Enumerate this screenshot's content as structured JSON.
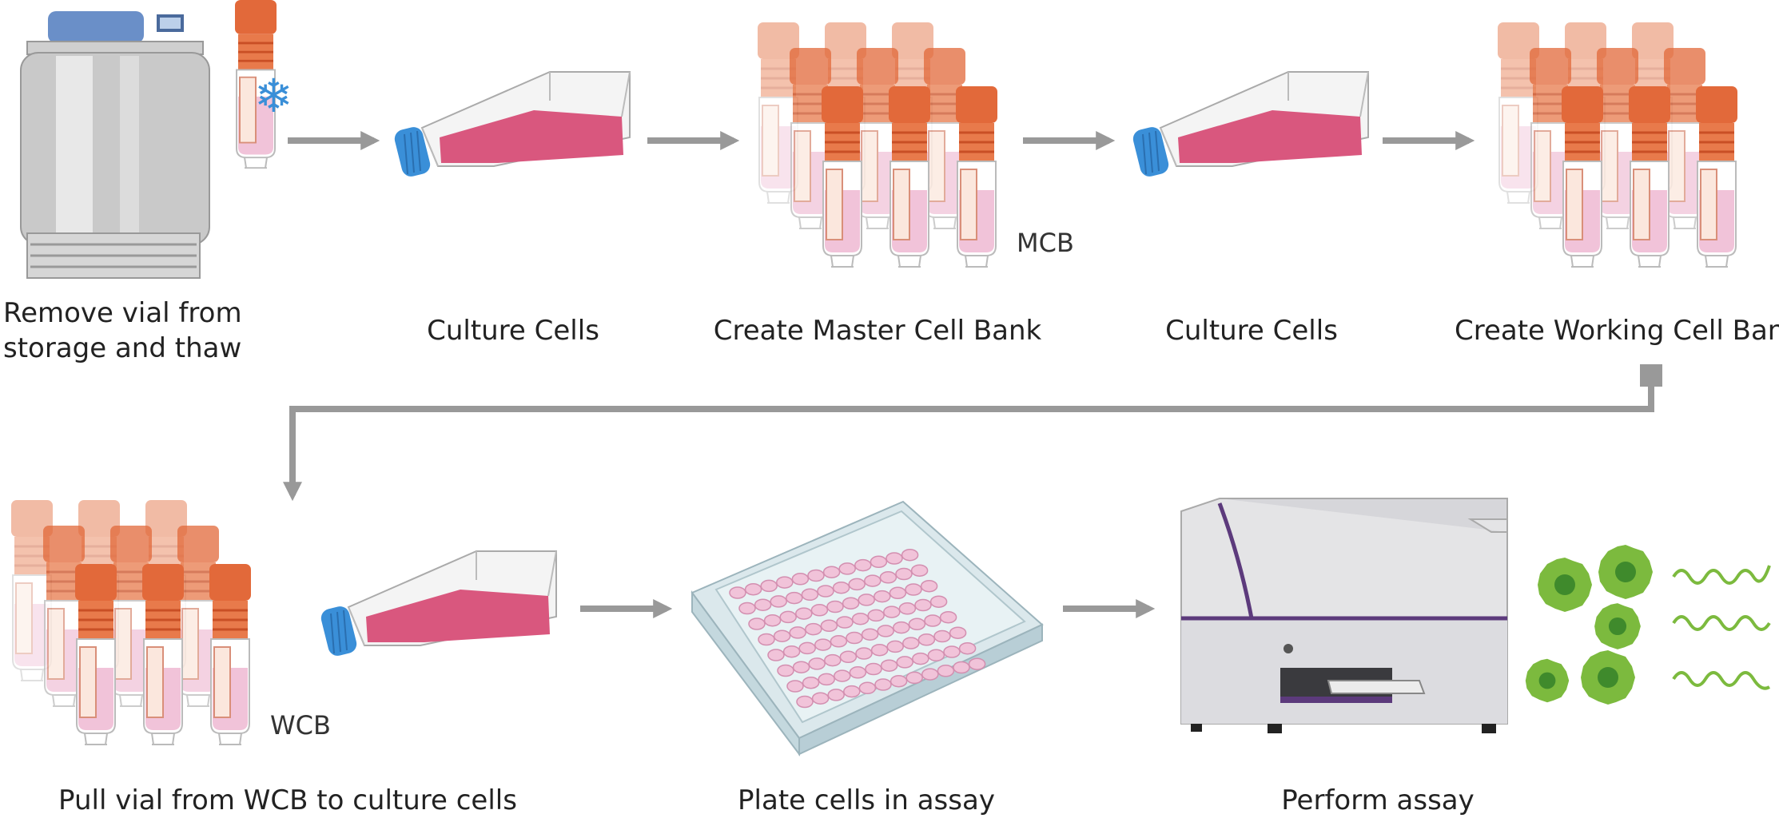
{
  "steps": {
    "s1_line1": "Remove vial from",
    "s1_line2": "storage and thaw",
    "s2": "Culture Cells",
    "s3": "Create Master Cell Bank",
    "s4": "Culture Cells",
    "s5": "Create Working Cell Bank",
    "s6": "Pull vial from WCB to culture cells",
    "s7": "Plate cells in assay",
    "s8": "Perform assay"
  },
  "tags": {
    "mcb": "MCB",
    "wcb": "WCB"
  },
  "colors": {
    "arrow": "#999999",
    "media": "#d9577e",
    "flask_cap": "#3a8fd8",
    "vial_cap": "#e2693a",
    "vial_body": "#f1c3d9",
    "cells": "#7cba3e",
    "instrument_accent": "#5c3a7c"
  }
}
